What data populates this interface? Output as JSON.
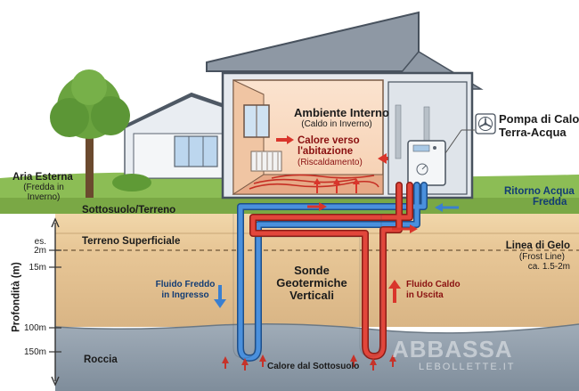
{
  "labels": {
    "ambiente_interno": "Ambiente Interno",
    "ambiente_interno_sub": "(Caldo in Inverno)",
    "calore_verso_1": "Calore verso",
    "calore_verso_2": "l'abitazione",
    "calore_verso_sub": "(Riscaldamento)",
    "pompa_1": "Pompa di Calore",
    "pompa_2": "Terra-Acqua",
    "aria_esterna": "Aria Esterna",
    "aria_sub_1": "(Fredda in",
    "aria_sub_2": "Inverno)",
    "ritorno_1": "Ritorno Acqua",
    "ritorno_2": "Fredda",
    "sottosuolo_terreno": "Sottosuolo/Terreno",
    "terreno_superficiale": "Terreno Superficiale",
    "linea_gelo": "Linea di Gelo",
    "frost_line": "(Frost Line)",
    "frost_depth": "ca. 1.5-2m",
    "sonde_1": "Sonde",
    "sonde_2": "Geotermiche",
    "sonde_3": "Verticali",
    "fluido_freddo_1": "Fluido Freddo",
    "fluido_freddo_2": "in Ingresso",
    "fluido_caldo_1": "Fluido Caldo",
    "fluido_caldo_2": "in Uscita",
    "roccia": "Roccia",
    "calore_sottosuolo": "Calore dal Sottosuolo",
    "axis_title": "Profondità (m)",
    "watermark_1": "ABBASSA",
    "watermark_2": "LEBOLLETTE.IT"
  },
  "depth_ticks": [
    "es.",
    "2m",
    "15m",
    "100m",
    "150m"
  ],
  "colors": {
    "hot": "#d9352b",
    "cold": "#3a7fd0",
    "soil_top": "#efd3a3",
    "soil_mid": "#e0bc8c",
    "rock": "#8f9dab",
    "grass": "#7fb24a"
  },
  "icons": [
    "heat-pump-fan-icon"
  ]
}
